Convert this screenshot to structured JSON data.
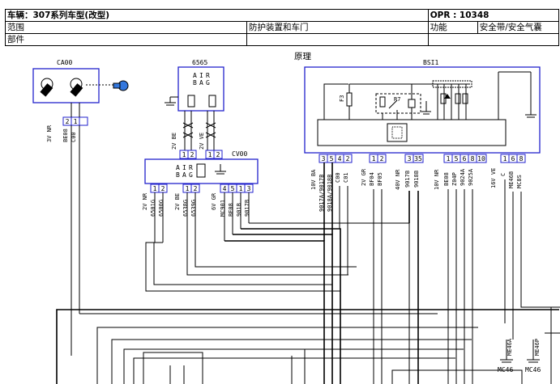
{
  "header": {
    "vehicle_label": "车辆：307系列车型(改型)",
    "opr_label": "OPR : 10348",
    "scope_label": "范围",
    "scope_value": "防护装置和车门",
    "function_label": "功能",
    "function_value": "安全带/安全气囊",
    "part_label": "部件"
  },
  "diagram": {
    "title": "原理",
    "components": {
      "ca00": "CA00",
      "c6565": "6565",
      "cv00": "CV00",
      "bsi1": "BSI1",
      "r7": "R7",
      "f3": "F3",
      "mc46_a": "MC46",
      "mc46_b": "MC46"
    },
    "airbag_text": [
      "A",
      "I",
      "R",
      "B",
      "A",
      "G"
    ],
    "ca00_pins": [
      "2",
      "1"
    ],
    "c6565_pins_left": [
      "1",
      "2"
    ],
    "c6565_pins_right": [
      "1",
      "2"
    ],
    "cv00_pins": [
      "1",
      "2",
      "1",
      "2",
      "4",
      "5",
      "1",
      "3"
    ],
    "bsi_pins": [
      "3",
      "5",
      "4",
      "2",
      "1",
      "2",
      "3",
      "35",
      "1",
      "5",
      "6",
      "8",
      "10",
      "1",
      "6",
      "8"
    ],
    "connector_labels": {
      "ca00": "3V NR",
      "c6565_l": "2V BE",
      "c6565_r": "2V VE",
      "cv00_a": "2V NR",
      "cv00_b": "2V BE",
      "cv00_c": "6V GR",
      "bsi_a": "10V BA",
      "bsi_b": "2V GR",
      "bsi_c": "40V NR",
      "bsi_d": "10V NR",
      "bsi_e": "16V VE"
    },
    "wire_labels": {
      "ca00": [
        "BE08",
        "C00"
      ],
      "cv00_a": [
        "6501G",
        "6500G"
      ],
      "cv00_b": [
        "6538G",
        "6539G"
      ],
      "cv00_c": [
        "MC901",
        "BE08",
        "901B",
        "9017B"
      ],
      "bsi_a": [
        "9017A/9017B",
        "9018A/9018B",
        "C00",
        "C01"
      ],
      "bsi_b": [
        "BF04",
        "BF05"
      ],
      "bsi_c": [
        "9017B",
        "9018B"
      ],
      "bsi_d": [
        "BE08",
        "Z04P",
        "9024A",
        "9025A"
      ],
      "bsi_e": [
        "C",
        "ME46B",
        "MC8S"
      ],
      "bottom": [
        "ME46A",
        "ME46P"
      ]
    }
  }
}
